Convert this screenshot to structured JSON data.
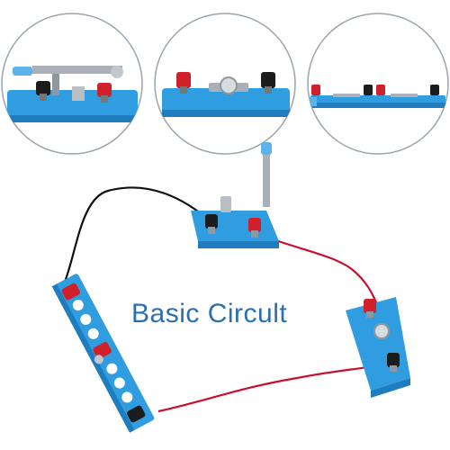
{
  "caption": {
    "text": "Basic Circult",
    "color": "#2a6fb0"
  },
  "colors": {
    "board_blue": "#2f9de0",
    "board_blue_dark": "#1f7cbf",
    "terminal_red": "#d0202a",
    "terminal_black": "#1c1c1c",
    "metal": "#a9b0b8",
    "wire_red": "#c8102e",
    "wire_black": "#111111",
    "circle_outline": "#9aa4ad"
  },
  "insets": [
    {
      "subject": "knife-switch"
    },
    {
      "subject": "bulb-holder"
    },
    {
      "subject": "battery-holder"
    }
  ],
  "components": [
    {
      "subject": "knife-switch"
    },
    {
      "subject": "battery-holder"
    },
    {
      "subject": "bulb-holder"
    },
    {
      "subject": "black-wire"
    },
    {
      "subject": "red-wire-top"
    },
    {
      "subject": "red-wire-bottom"
    }
  ]
}
